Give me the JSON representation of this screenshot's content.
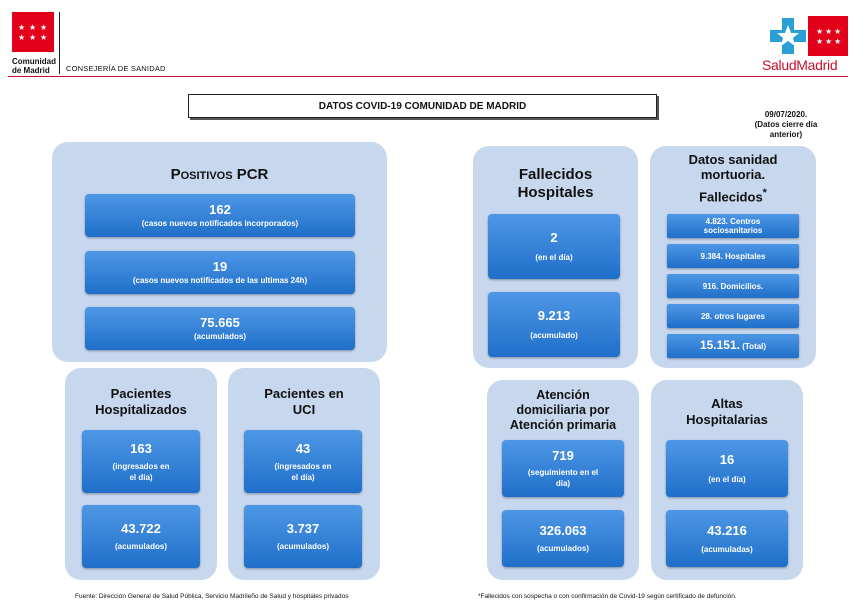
{
  "header": {
    "logo_line1": "Comunidad",
    "logo_line2": "de Madrid",
    "department": "CONSEJERÍA DE SANIDAD",
    "salud_brand": "SaludMadrid",
    "brand_red": "#c8102e"
  },
  "title": "DATOS COVID-19 COMUNIDAD DE MADRID",
  "date": {
    "line1": "09/07/2020.",
    "line2": "(Datos cierre día anterior)"
  },
  "pcr": {
    "title": "Positivos PCR",
    "items": [
      {
        "value": "162",
        "label": "(casos nuevos notificados incorporados)"
      },
      {
        "value": "19",
        "label": "(casos nuevos notificados de las ultimas 24h)"
      },
      {
        "value": "75.665",
        "label": "(acumulados)"
      }
    ]
  },
  "hospitalizados": {
    "title_line1": "Pacientes",
    "title_line2": "Hospitalizados",
    "day_value": "163",
    "day_label_1": "(ingresados en",
    "day_label_2": "el día)",
    "acc_value": "43.722",
    "acc_label": "(acumulados)"
  },
  "uci": {
    "title_line1": "Pacientes en",
    "title_line2": "UCI",
    "day_value": "43",
    "day_label_1": "(ingresados en",
    "day_label_2": "el día)",
    "acc_value": "3.737",
    "acc_label": "(acumulados)"
  },
  "fallecidos_hosp": {
    "title_line1": "Fallecidos",
    "title_line2": "Hospitales",
    "day_value": "2",
    "day_label": "(en el día)",
    "acc_value": "9.213",
    "acc_label": "(acumulado)"
  },
  "mortuoria": {
    "title_line1": "Datos sanidad",
    "title_line2": "mortuoria.",
    "title_line3": "Fallecidos",
    "asterisk": "*",
    "items": [
      {
        "line1": "4.823. Centros",
        "line2": "sociosanitarios"
      },
      {
        "line1": "9.384. Hospitales",
        "line2": ""
      },
      {
        "line1": "916. Domicilios.",
        "line2": ""
      },
      {
        "line1": "28. otros lugares",
        "line2": ""
      }
    ],
    "total_value": "15.151.",
    "total_label": "(Total)"
  },
  "atencion": {
    "title_line1": "Atención",
    "title_line2": "domiciliaria por",
    "title_line3": "Atención primaria",
    "day_value": "719",
    "day_label_1": "(seguimiento en el",
    "day_label_2": "día)",
    "acc_value": "326.063",
    "acc_label": "(acumulados)"
  },
  "altas": {
    "title_line1": "Altas",
    "title_line2": "Hospitalarias",
    "day_value": "16",
    "day_label": "(en el día)",
    "acc_value": "43.216",
    "acc_label": "(acumuladas)"
  },
  "footer": {
    "source": "Fuente: Dirección General de Salud Pública, Servicio Madrileño de Salud y hospitales privados",
    "note": "*Fallecidos con sospecha o con confirmación de Covid-19 según certificado de defunción."
  }
}
